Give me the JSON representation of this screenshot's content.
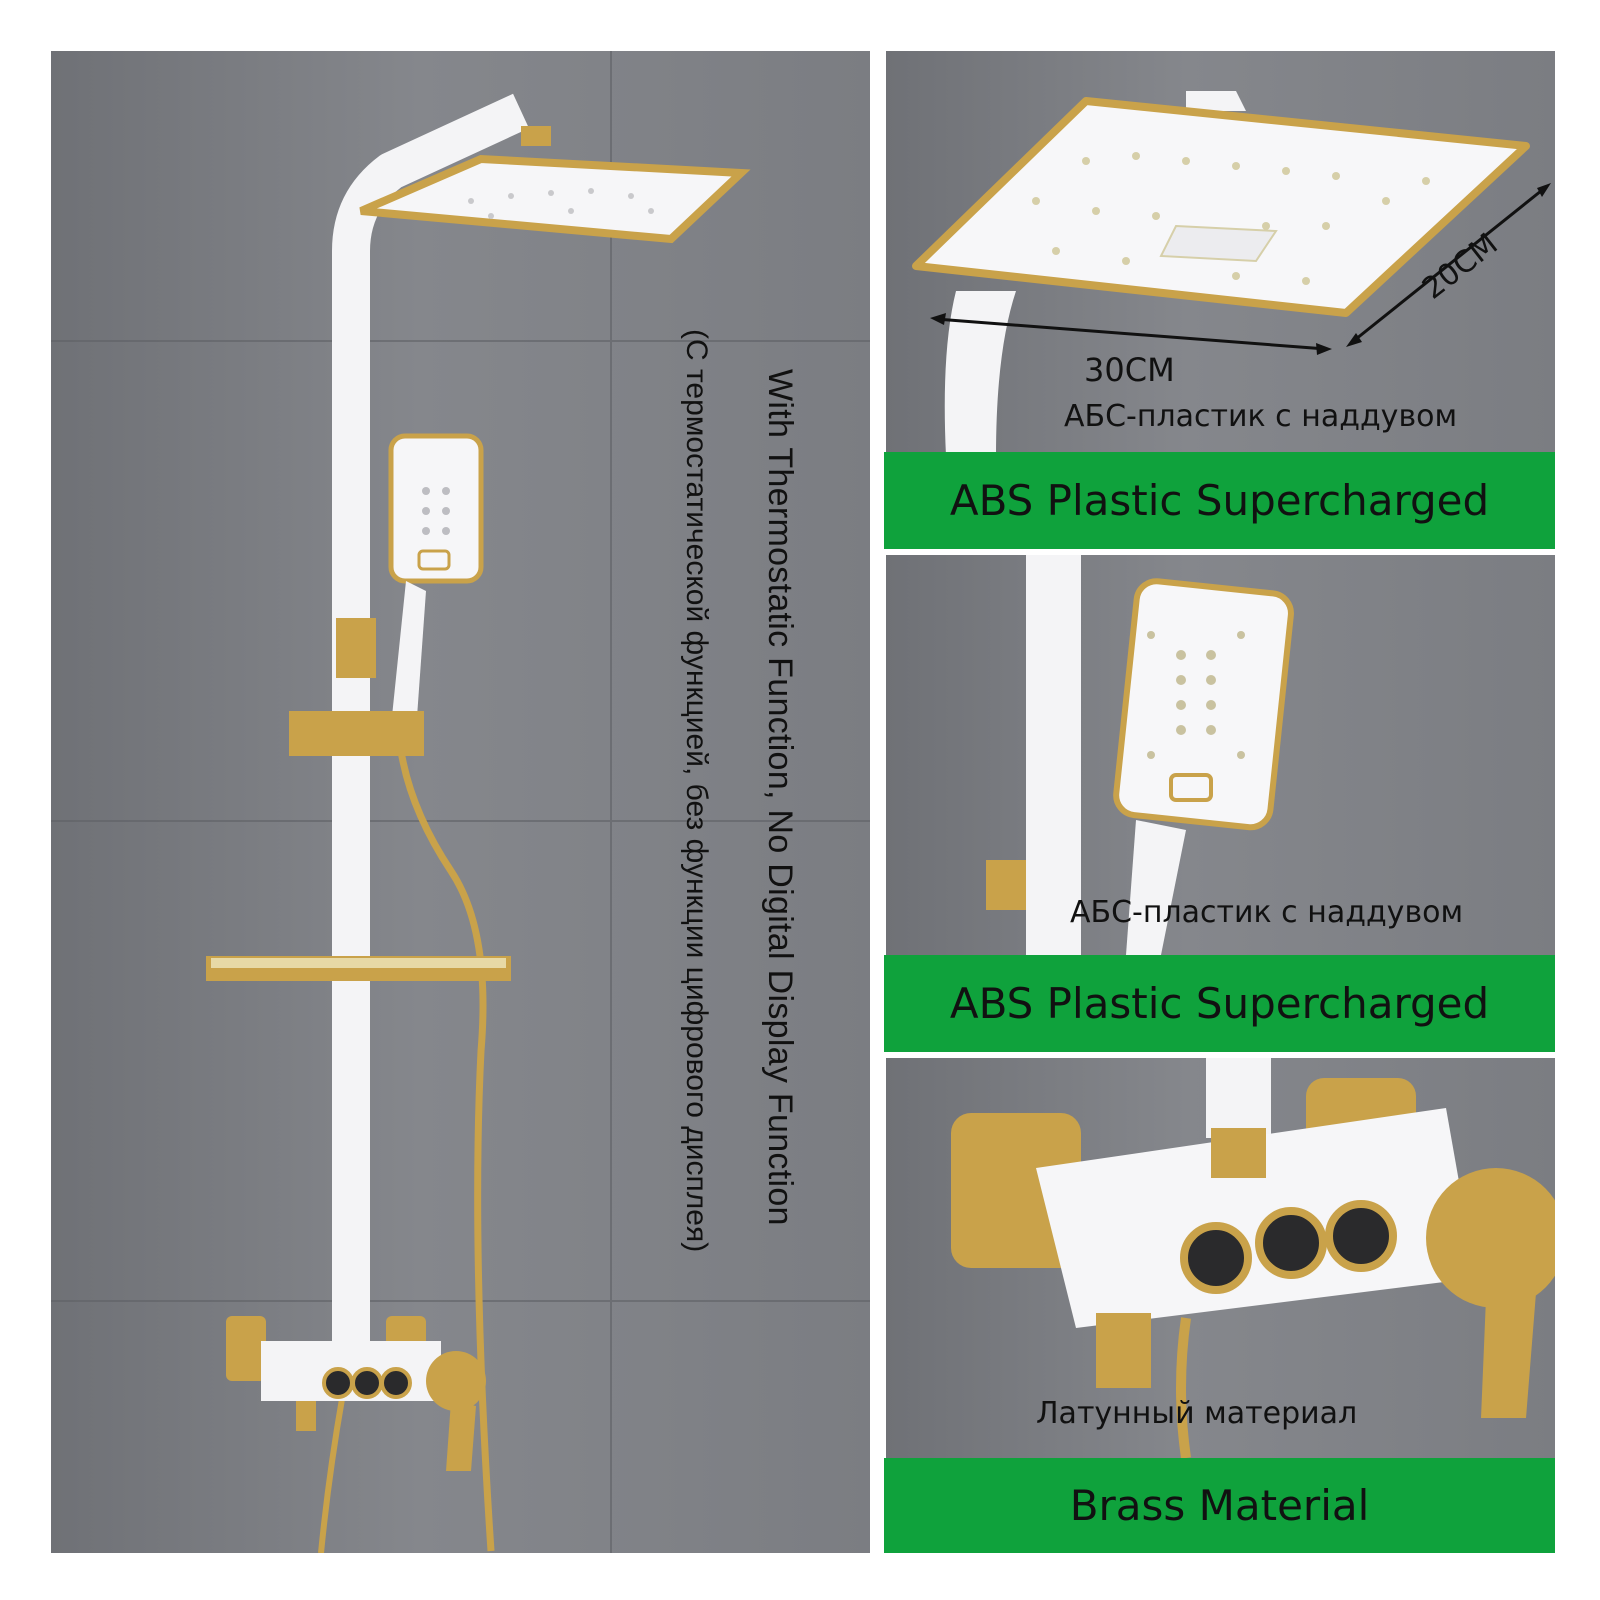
{
  "main_panel": {
    "caption_en": "With Thermostatic Function, No Digital Display Function",
    "caption_ru": "(С термостатической функцией, без функции цифрового дисплея)"
  },
  "panel_top": {
    "dim_width": "30CM",
    "dim_depth": "20CM",
    "caption_ru": "АБС-пластик с наддувом",
    "banner": "ABS Plastic Supercharged"
  },
  "panel_middle": {
    "caption_ru": "АБС-пластик с наддувом",
    "banner": "ABS Plastic Supercharged"
  },
  "panel_bottom": {
    "caption_ru": "Латунный материал",
    "banner": "Brass Material"
  },
  "colors": {
    "banner_green": "#0fa23c",
    "gold": "#c9a24a",
    "white": "#f4f4f6",
    "wall": "#7b7d82"
  }
}
